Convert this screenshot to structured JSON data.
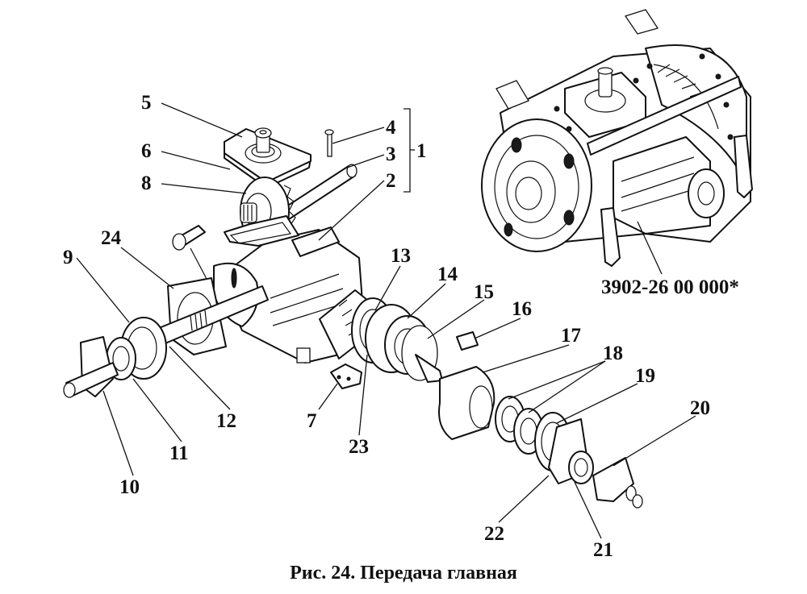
{
  "figure": {
    "caption": "Рис. 24. Передача главная",
    "assembly_code": "3902-26 00 000*",
    "group_bracket_label": "1",
    "colors": {
      "ink": "#111111",
      "background": "#ffffff"
    }
  },
  "callouts": [
    {
      "id": "5",
      "label": "5"
    },
    {
      "id": "6",
      "label": "6"
    },
    {
      "id": "8",
      "label": "8"
    },
    {
      "id": "4",
      "label": "4"
    },
    {
      "id": "3",
      "label": "3"
    },
    {
      "id": "2",
      "label": "2"
    },
    {
      "id": "24",
      "label": "24"
    },
    {
      "id": "9",
      "label": "9"
    },
    {
      "id": "12",
      "label": "12"
    },
    {
      "id": "11",
      "label": "11"
    },
    {
      "id": "10",
      "label": "10"
    },
    {
      "id": "7",
      "label": "7"
    },
    {
      "id": "13",
      "label": "13"
    },
    {
      "id": "14",
      "label": "14"
    },
    {
      "id": "15",
      "label": "15"
    },
    {
      "id": "16",
      "label": "16"
    },
    {
      "id": "17",
      "label": "17"
    },
    {
      "id": "18",
      "label": "18"
    },
    {
      "id": "19",
      "label": "19"
    },
    {
      "id": "20",
      "label": "20"
    },
    {
      "id": "21",
      "label": "21"
    },
    {
      "id": "22",
      "label": "22"
    },
    {
      "id": "23",
      "label": "23"
    }
  ]
}
